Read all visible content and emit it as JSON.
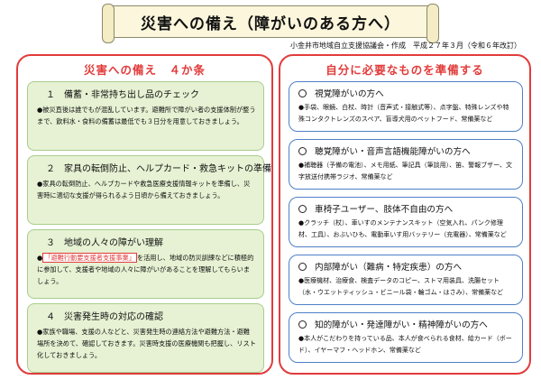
{
  "header": {
    "title": "災害への備え（障がいのある方へ）",
    "issuer": "小金井市地域自立支援協議会・作成　平成２７年３月（令和６年改訂）"
  },
  "left_panel": {
    "heading": "災害への備え　４か条",
    "items": [
      {
        "title": "１　備蓄・非常持ち出し品のチェック",
        "body": "●被災直後は誰でもが混乱しています。避難所で障がい者の支援体制が整うまで、飲料水・食料の備蓄は最低でも３日分を用意しておきましょう。"
      },
      {
        "title": "２　家具の転倒防止、ヘルプカード・救急キットの準備",
        "body": "●家具の転倒防止、ヘルプカードや救急医療支援情報キットを準備し、災害時に適切な支援が得られるよう日頃から備えておきましょう。"
      },
      {
        "title": "３　地域の人々の障がい理解",
        "body_prefix": "●",
        "highlight": "「避難行動要支援者支援事業」",
        "body_suffix": "を活用し、地域の防災訓練などに積極的に参加して、支援者や地域の人々に障がいがあることを理解してもらいましょう。"
      },
      {
        "title": "４　災害発生時の対応の確認",
        "body": "●家族や職場、支援の人などと、災害発生時の連絡方法や避難方法・避難場所を決めて、確認しておきます。災害時支援の医療機関も把握し、リスト化しておきましょう。"
      }
    ]
  },
  "right_panel": {
    "heading": "自分に必要なものを準備する",
    "items": [
      {
        "title": "視覚障がいの方へ",
        "body": "●手袋、眼鏡、白杖、時計（音声式・接触式等）、点字盤、特殊レンズや特殊コンタクトレンズのスペア、盲導犬用のペットフード、常備薬など"
      },
      {
        "title": "聴覚障がい・音声言語機能障がいの方へ",
        "body": "●補聴器（予備の電池）、メモ用紙、筆記具（筆談用）、笛、警報ブザー、文字放送付携帯ラジオ、常備薬など"
      },
      {
        "title": "車椅子ユーザー、肢体不自由の方へ",
        "body": "●クラッチ（杖）、車いすのメンテナンスキット（空気入れ、パンク修理材、工具）、おぶいひも、電動車いす用バッテリー（充電器）、常備薬など"
      },
      {
        "title": "内部障がい（難病・特定疾患）の方へ",
        "body": "●医療機材、治療食、検査データのコピー、ストマ用装具、洗腸セット（水・ウエットティッシュ・ビニール袋・輪ゴム・はさみ）、常備薬など"
      },
      {
        "title": "知的障がい・発達障がい・精神障がいの方へ",
        "body": "●本人がこだわりを持っている品、本人が食べられる食材、給カード（ボード）、イヤーマフ・ヘッドホン、常備薬など"
      }
    ]
  }
}
